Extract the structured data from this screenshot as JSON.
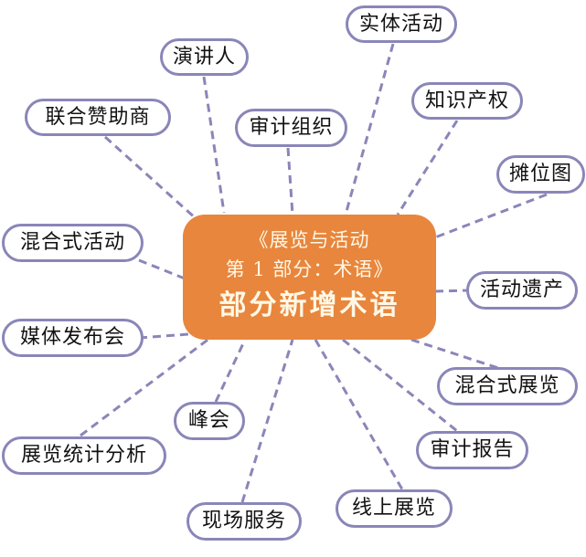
{
  "diagram": {
    "type": "mind-map",
    "colors": {
      "center_fill": "#e8863d",
      "center_text": "#fff8e6",
      "node_border": "#8a86b8",
      "connector": "#8a86b8",
      "node_text": "#111111"
    },
    "center": {
      "line1": "《展览与活动",
      "line2": "第 1 部分：术语》",
      "line3": "部分新增术语"
    },
    "nodes": [
      {
        "id": "shiti",
        "label": "实体活动"
      },
      {
        "id": "yanjiang",
        "label": "演讲人"
      },
      {
        "id": "zhishi",
        "label": "知识产权"
      },
      {
        "id": "lianhe",
        "label": "联合赞助商"
      },
      {
        "id": "shenjizuzhi",
        "label": "审计组织"
      },
      {
        "id": "tanwei",
        "label": "摊位图"
      },
      {
        "id": "hunhehuodong",
        "label": "混合式活动"
      },
      {
        "id": "yichan",
        "label": "活动遗产"
      },
      {
        "id": "meiti",
        "label": "媒体发布会"
      },
      {
        "id": "hunhezhanlan",
        "label": "混合式展览"
      },
      {
        "id": "fenghui",
        "label": "峰会"
      },
      {
        "id": "tongji",
        "label": "展览统计分析"
      },
      {
        "id": "shenjibaogao",
        "label": "审计报告"
      },
      {
        "id": "xianshang",
        "label": "线上展览"
      },
      {
        "id": "xianchang",
        "label": "现场服务"
      }
    ]
  }
}
